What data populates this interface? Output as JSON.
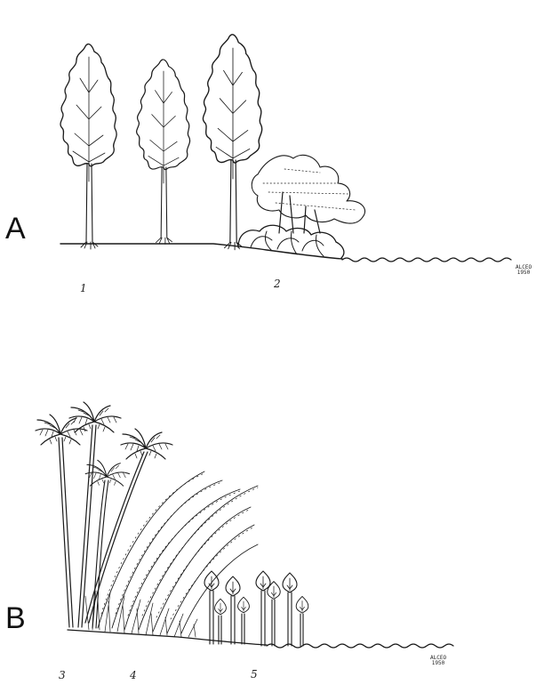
{
  "panels": [
    {
      "letter": "A",
      "labels": [
        "1",
        "2"
      ],
      "signature": {
        "line1": "ALCEO",
        "line2": "1950"
      }
    },
    {
      "letter": "B",
      "labels": [
        "3",
        "4",
        "5"
      ],
      "signature": {
        "line1": "ALCEO",
        "line2": "1950"
      }
    }
  ],
  "colors": {
    "ink": "#1a1a1a",
    "background": "#ffffff"
  }
}
